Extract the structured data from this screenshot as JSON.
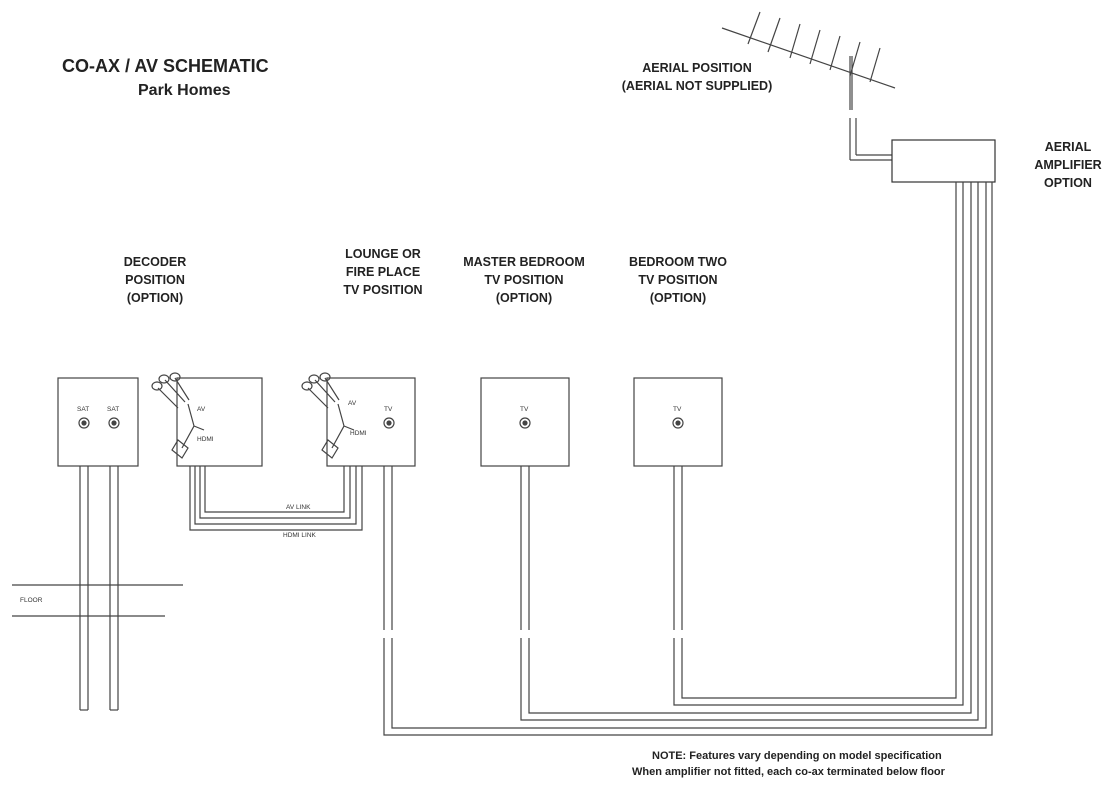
{
  "title": "CO-AX / AV SCHEMATIC",
  "subtitle": "Park Homes",
  "labels": {
    "aerial_position": "AERIAL POSITION",
    "aerial_not_supplied": "(AERIAL NOT SUPPLIED)",
    "amplifier_line1": "AERIAL",
    "amplifier_line2": "AMPLIFIER",
    "amplifier_line3": "OPTION",
    "decoder_line1": "DECODER",
    "decoder_line2": "POSITION",
    "decoder_line3": "(OPTION)",
    "lounge_line1": "LOUNGE OR",
    "lounge_line2": "FIRE PLACE",
    "lounge_line3": "TV POSITION",
    "master_line1": "MASTER BEDROOM",
    "master_line2": "TV POSITION",
    "master_line3": "(OPTION)",
    "bed2_line1": "BEDROOM TWO",
    "bed2_line2": "TV POSITION",
    "bed2_line3": "(OPTION)"
  },
  "socket_labels": {
    "sat1": "SAT",
    "sat2": "SAT",
    "av": "AV",
    "hdmi": "HDMI",
    "tv": "TV"
  },
  "link_labels": {
    "av_link": "AV LINK",
    "hdmi_link": "HDMI LINK",
    "floor": "FLOOR"
  },
  "note": {
    "line1": "NOTE: Features vary depending on model specification",
    "line2": "When amplifier not fitted, each co-ax terminated below floor"
  }
}
